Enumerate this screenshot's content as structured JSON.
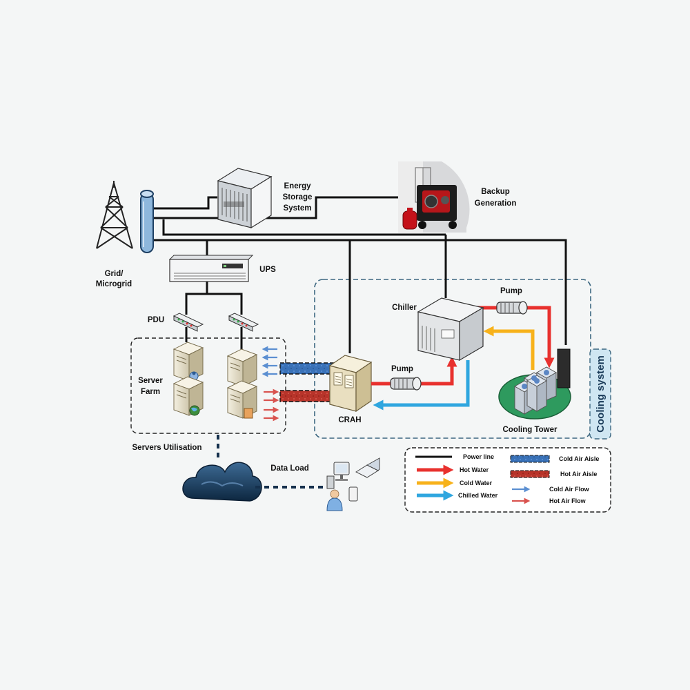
{
  "labels": {
    "grid_line1": "Grid/",
    "grid_line2": "Microgrid",
    "ess_line1": "Energy",
    "ess_line2": "Storage",
    "ess_line3": "System",
    "backup_line1": "Backup",
    "backup_line2": "Generation",
    "ups": "UPS",
    "pdu": "PDU",
    "server_line1": "Server",
    "server_line2": "Farm",
    "servers_utilisation": "Servers Utilisation",
    "data_load": "Data Load",
    "crah": "CRAH",
    "chiller": "Chiller",
    "pump_top": "Pump",
    "pump_bottom": "Pump",
    "cooling_tower": "Cooling Tower",
    "cooling_system": "Cooling system"
  },
  "legend": {
    "power_line": "Power line",
    "hot_water": "Hot Water",
    "cold_water": "Cold Water",
    "chilled_water": "Chilled Water",
    "cold_air_aisle": "Cold Air Aisle",
    "hot_air_aisle": "Hot Air Aisle",
    "cold_air_flow": "Cold Air Flow",
    "hot_air_flow": "Hot Air Flow"
  },
  "colors": {
    "power": "#111111",
    "hot_water": "#e8312e",
    "cold_water": "#f7b21b",
    "chilled_water": "#2fa6df",
    "cold_aisle": "#3a72b8",
    "hot_aisle": "#c0392b",
    "cold_air_flow": "#5b8fd1",
    "hot_air_flow": "#d9534f"
  }
}
